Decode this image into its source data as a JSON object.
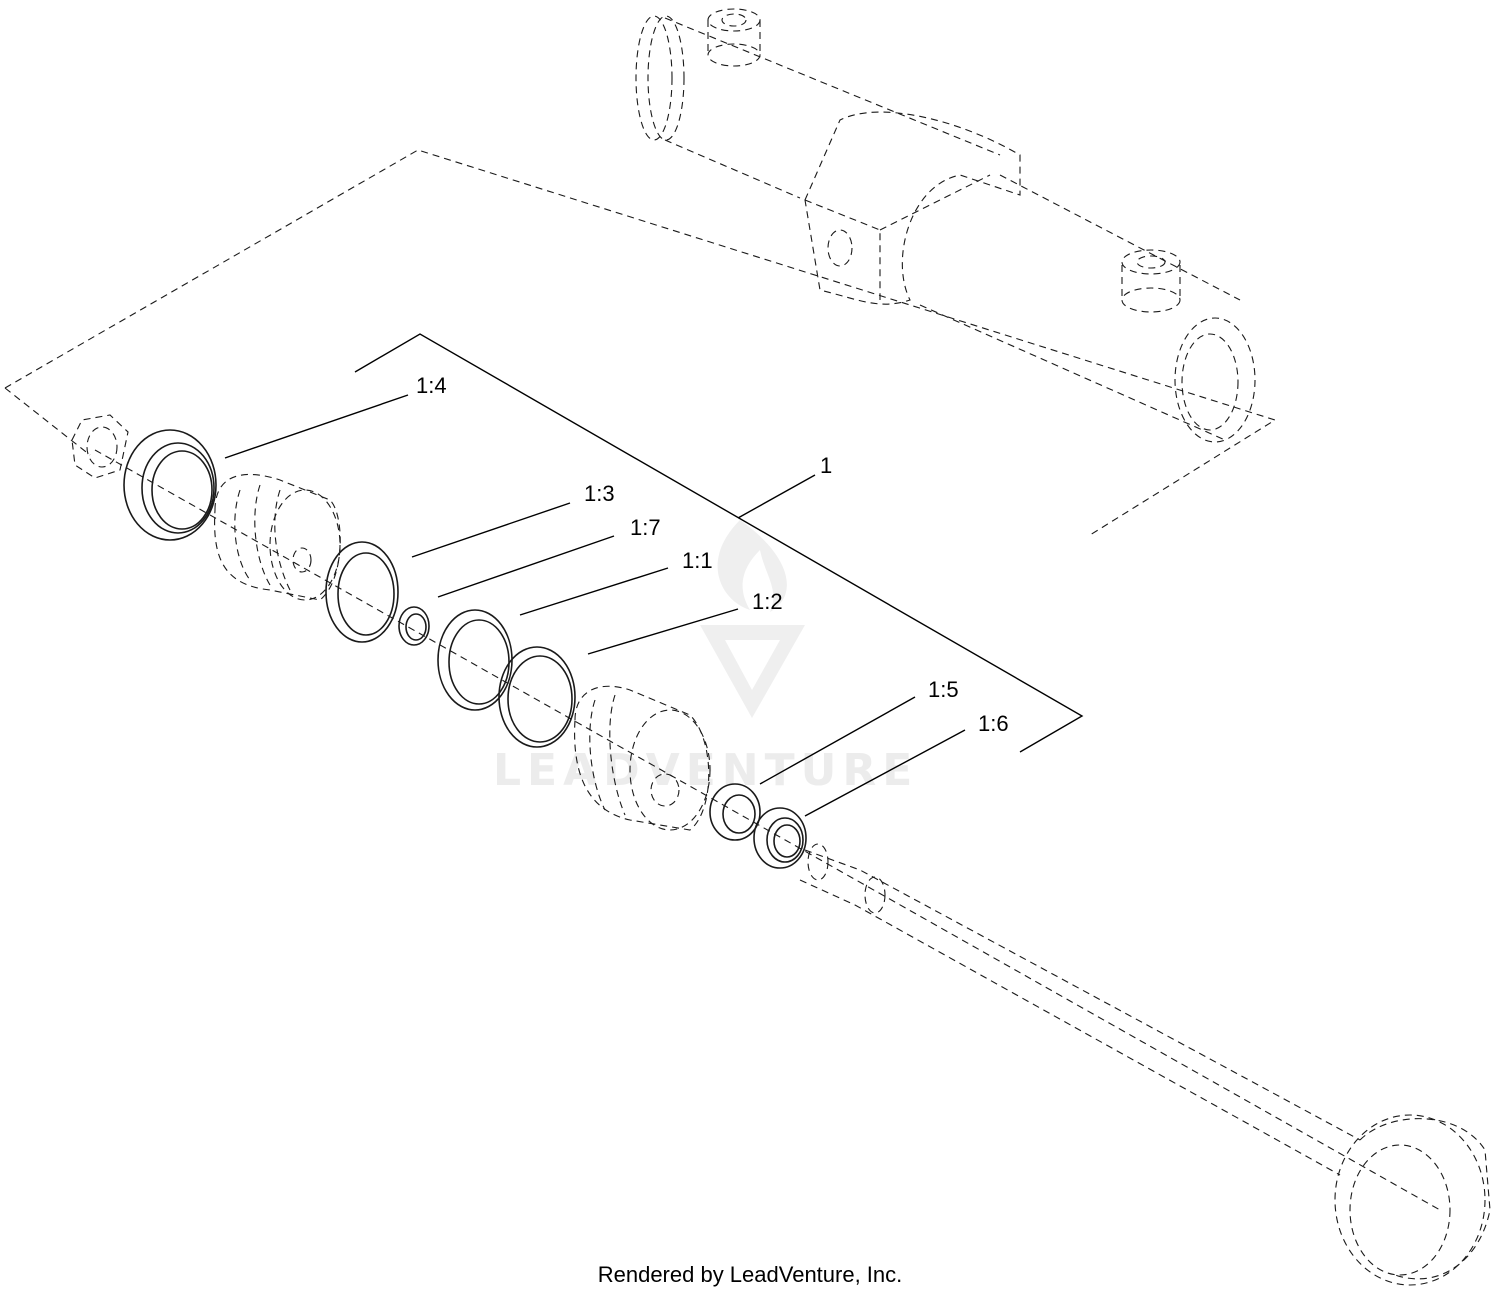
{
  "callouts": {
    "assembly": "1",
    "c1_1": "1:1",
    "c1_2": "1:2",
    "c1_3": "1:3",
    "c1_4": "1:4",
    "c1_5": "1:5",
    "c1_6": "1:6",
    "c1_7": "1:7"
  },
  "watermark": "LEADVENTURE",
  "footer": "Rendered by LeadVenture, Inc."
}
